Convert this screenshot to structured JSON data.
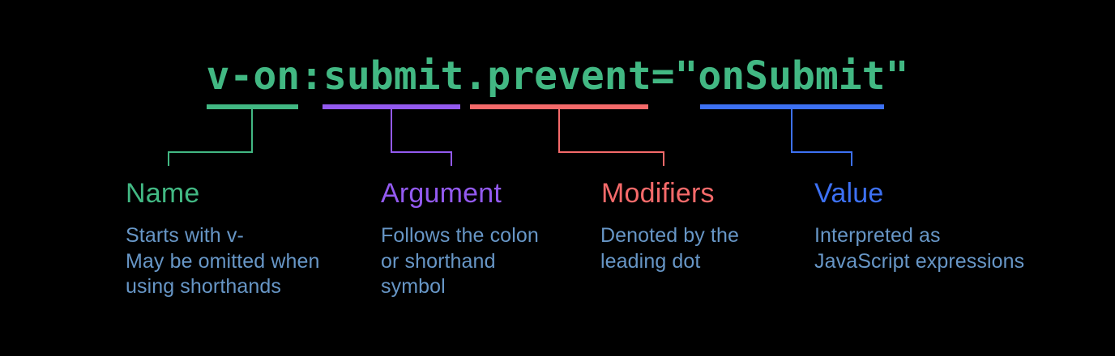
{
  "background_color": "#000000",
  "description_color": "#6796c6",
  "code": {
    "text": "v-on:submit.prevent=\"onSubmit\"",
    "color": "#42b883"
  },
  "annotations": [
    {
      "label": "Name",
      "color": "#42b883",
      "underlined_code_part": "v-on",
      "lines": [
        "Starts with v-",
        "May be omitted when",
        "using shorthands"
      ]
    },
    {
      "label": "Argument",
      "color": "#935af0",
      "underlined_code_part": "submit",
      "lines": [
        "Follows the colon",
        "or shorthand",
        "symbol"
      ]
    },
    {
      "label": "Modifiers",
      "color": "#f56a6a",
      "underlined_code_part": ".prevent",
      "lines": [
        "Denoted by the",
        "leading dot"
      ]
    },
    {
      "label": "Value",
      "color": "#3d71f4",
      "underlined_code_part": "onSubmit",
      "lines": [
        "Interpreted as",
        "JavaScript expressions"
      ]
    }
  ]
}
